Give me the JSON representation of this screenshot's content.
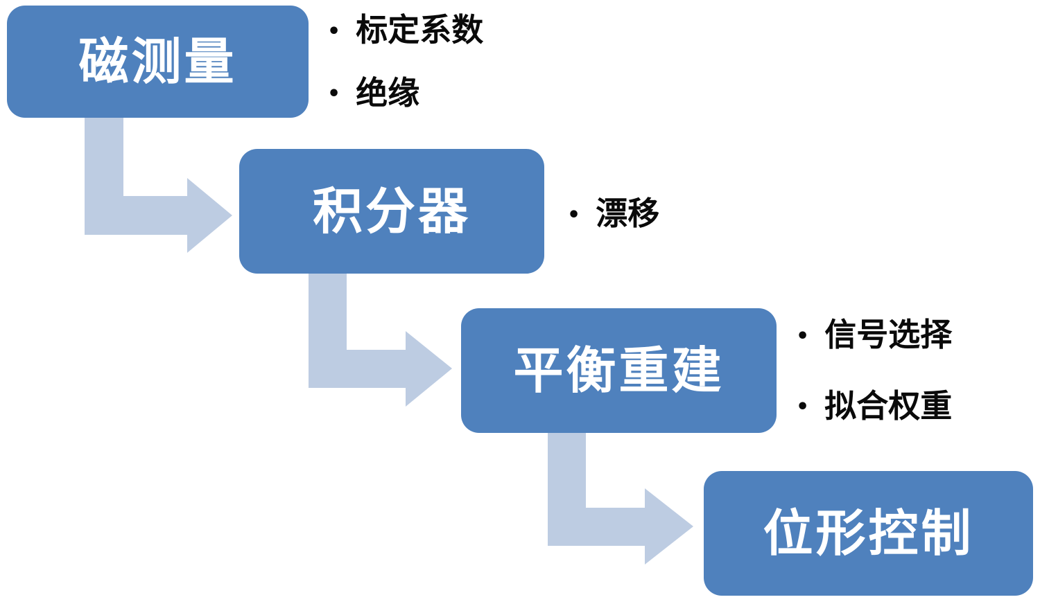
{
  "diagram": {
    "title": "",
    "type": "staircase-flow",
    "bullet_char": "•",
    "colors": {
      "box_fill": "#4f81bd",
      "box_text": "#ffffff",
      "arrow_fill": "#bdcce2",
      "bullet_text": "#0a0a0a",
      "background": "#ffffff"
    },
    "steps": [
      {
        "label": "磁测量",
        "bullets": [
          "标定系数",
          "绝缘"
        ]
      },
      {
        "label": "积分器",
        "bullets": [
          "漂移"
        ]
      },
      {
        "label": "平衡重建",
        "bullets": [
          "信号选择",
          "拟合权重"
        ]
      },
      {
        "label": "位形控制",
        "bullets": []
      }
    ]
  }
}
